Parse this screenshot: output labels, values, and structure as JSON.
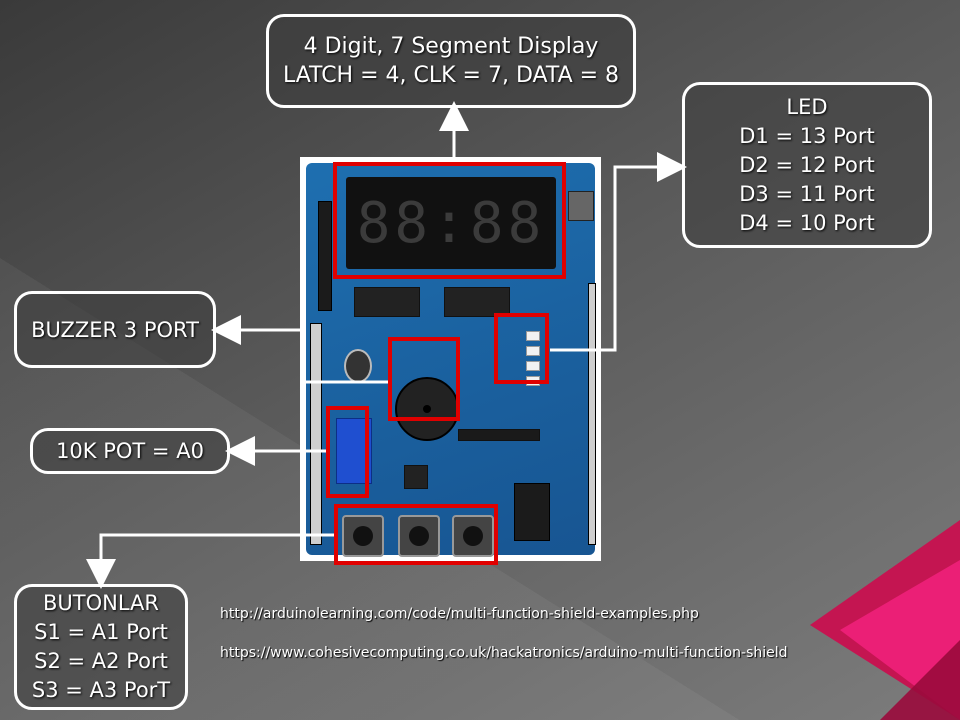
{
  "callouts": {
    "display": {
      "line1": "4 Digit, 7 Segment Display",
      "line2": "LATCH = 4, CLK = 7, DATA = 8"
    },
    "led": {
      "title": "LED",
      "d1": "D1 = 13 Port",
      "d2": "D2 = 12 Port",
      "d3": "D3 = 11 Port",
      "d4": "D4 = 10 Port"
    },
    "buzzer": {
      "label": "BUZZER 3 PORT"
    },
    "pot": {
      "label": "10K POT = A0"
    },
    "buttons": {
      "title": "BUTONLAR",
      "s1": "S1 = A1 Port",
      "s2": "S2 = A2 Port",
      "s3": "S3 = A3 PorT"
    }
  },
  "links": [
    "http://arduinolearning.com/code/multi-function-shield-examples.php",
    "https://www.cohesivecomputing.co.uk/hackatronics/arduino-multi-function-shield"
  ],
  "board": {
    "display_digits": "88:88"
  },
  "colors": {
    "highlight": "#e00000",
    "callout_border": "#ffffff",
    "pcb": "#1a5f9d",
    "accent": "#e0105a"
  }
}
